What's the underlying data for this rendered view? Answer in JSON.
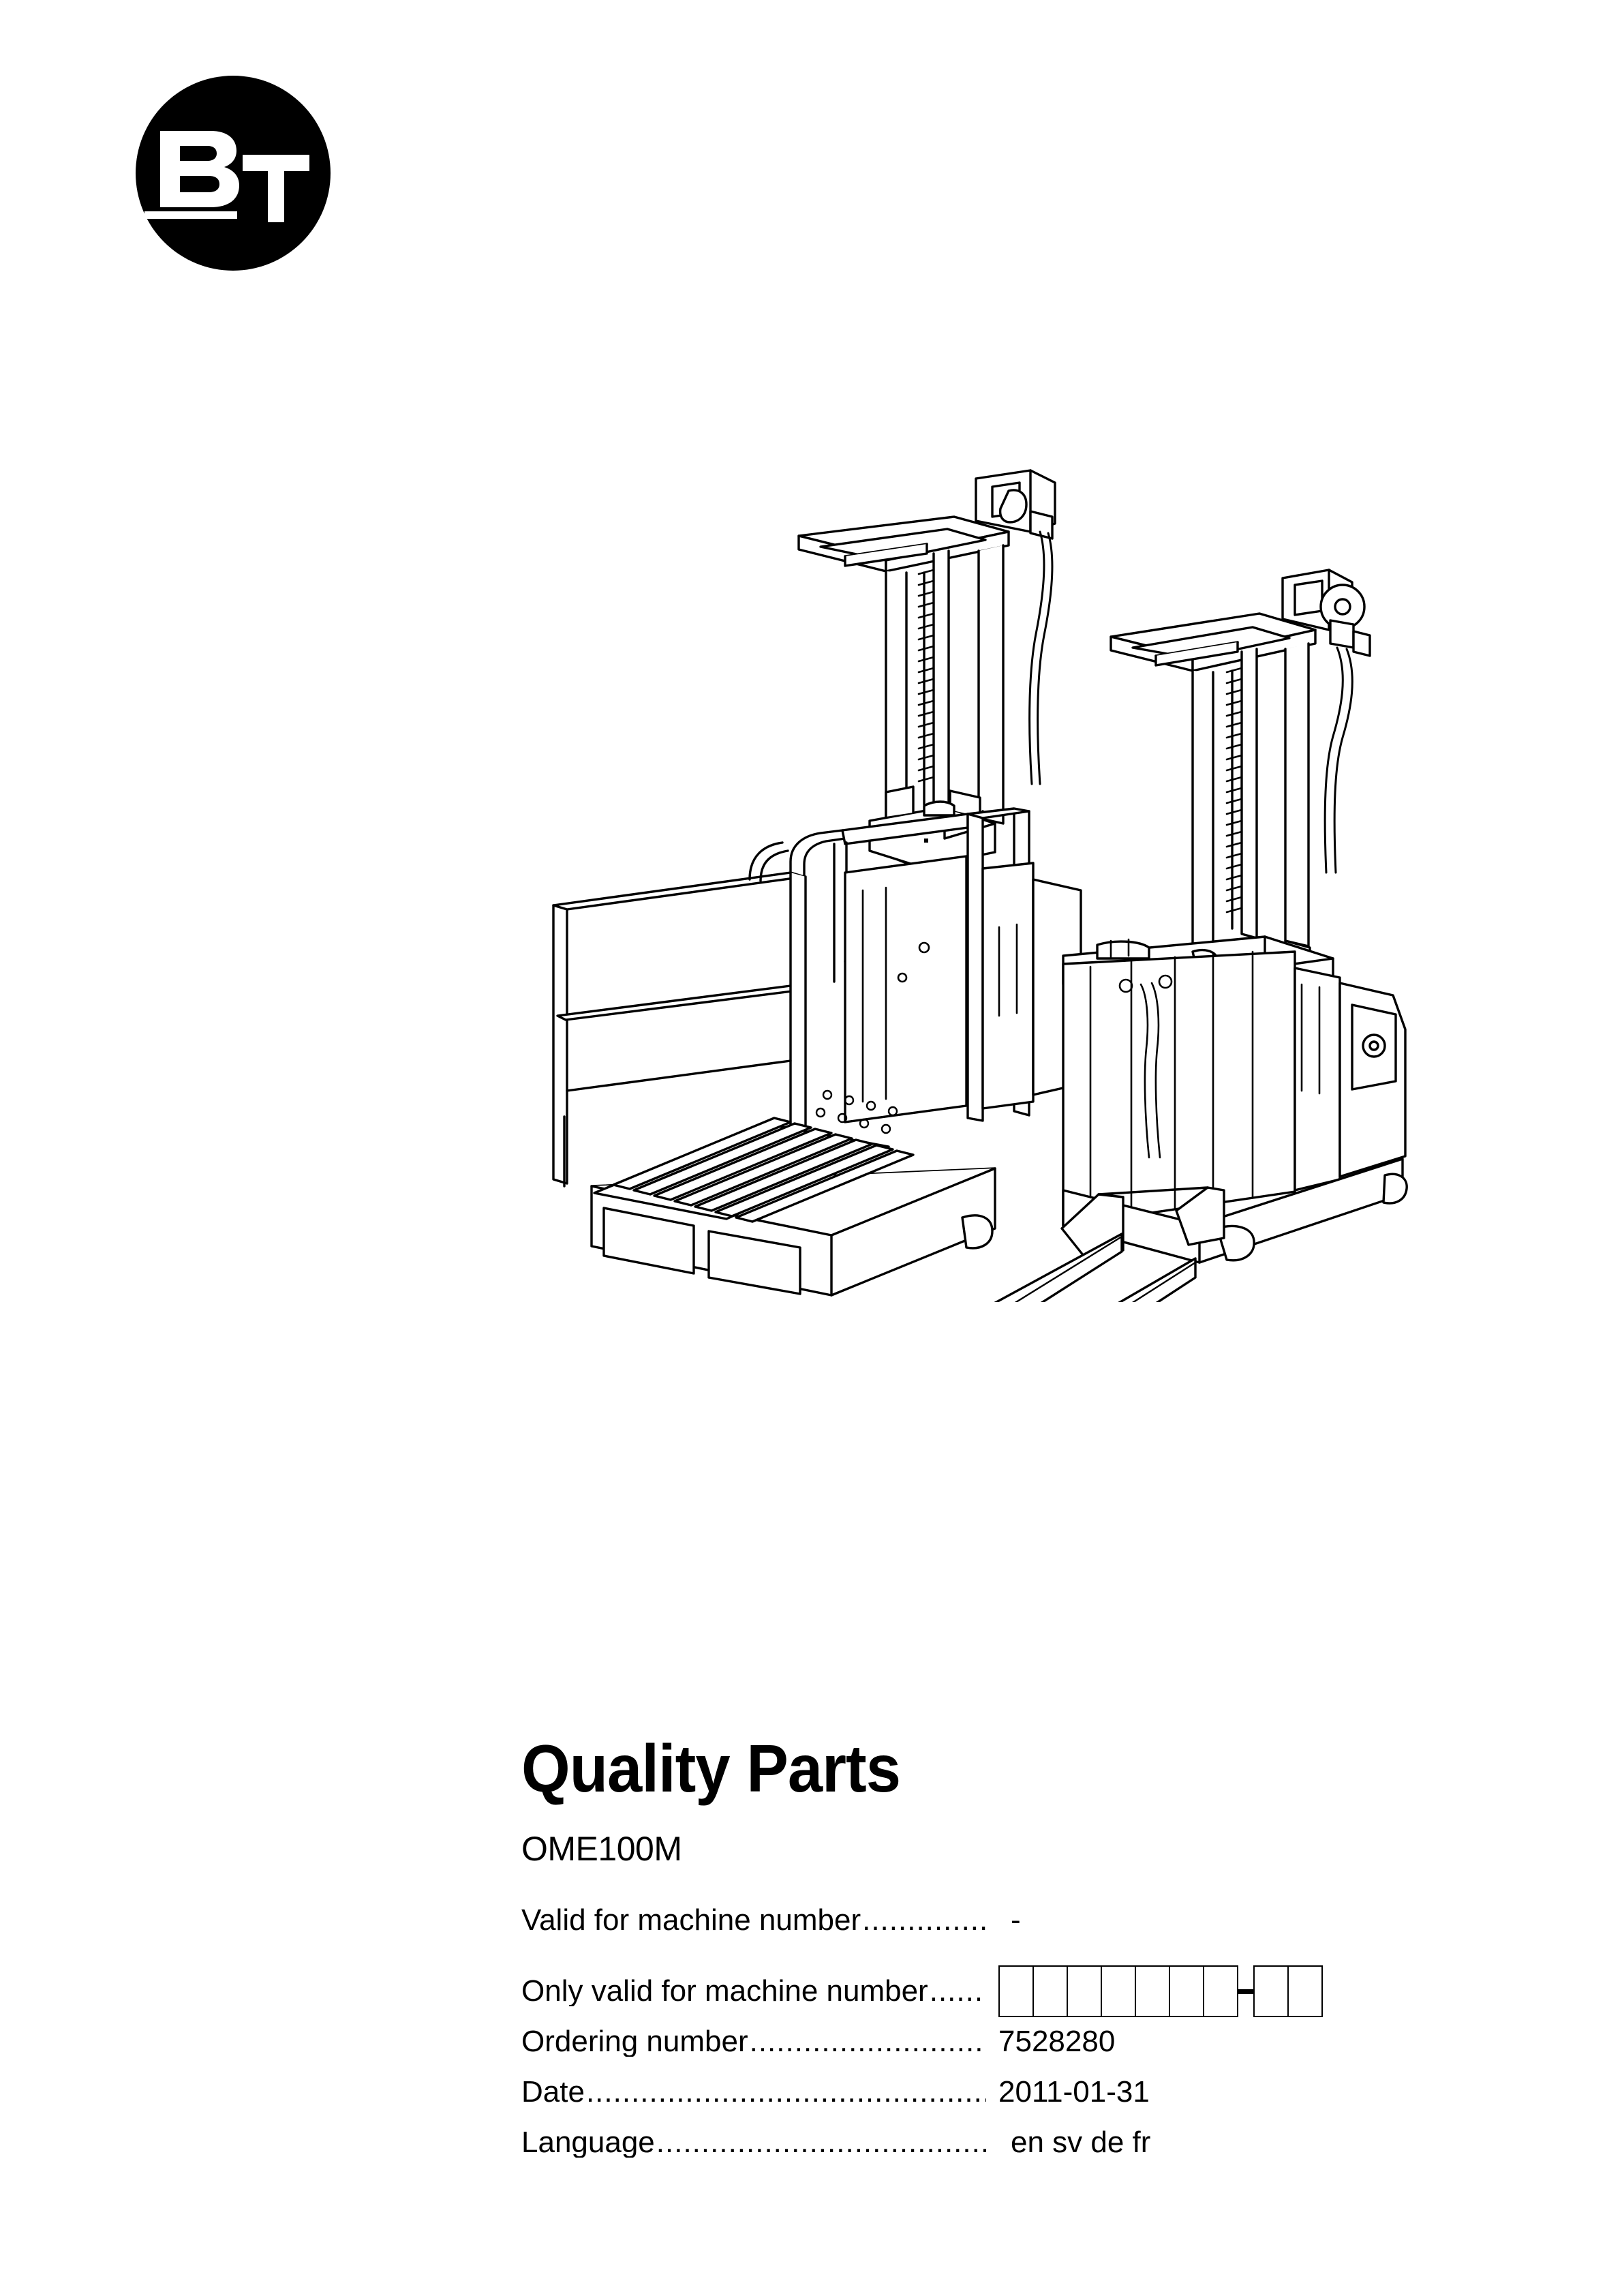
{
  "brand": {
    "logo_name": "bt-logo",
    "letters": [
      "B",
      "T"
    ],
    "shape": "circle",
    "fill_color": "#000000",
    "mark_color": "#FFFFFF"
  },
  "illustration": {
    "name": "order-picker-truck-line-drawing",
    "subject": "BT OME100M order picker forklift",
    "style": "technical line art",
    "stroke_color": "#000000",
    "fill_color": "#FFFFFF",
    "machines": [
      "order picker with operator platform and guard rails",
      "order picker with forks and mast"
    ]
  },
  "title_block": {
    "title": "Quality Parts",
    "model": "OME100M"
  },
  "specs": {
    "rows": [
      {
        "label": "Valid for machine number",
        "value": "-",
        "type": "text"
      },
      {
        "label": "Only valid for machine number",
        "value": "",
        "type": "serial-boxes"
      },
      {
        "label": "Ordering number ",
        "value": "7528280",
        "type": "text"
      },
      {
        "label": "Date ",
        "value": "2011-01-31",
        "type": "text"
      },
      {
        "label": "Language",
        "value": "en sv de fr",
        "type": "text"
      }
    ],
    "serial_format": {
      "group_one_cells": 7,
      "separator": "-",
      "group_two_cells": 2
    }
  },
  "colors": {
    "page_background": "#FFFFFF",
    "ink": "#000000"
  }
}
